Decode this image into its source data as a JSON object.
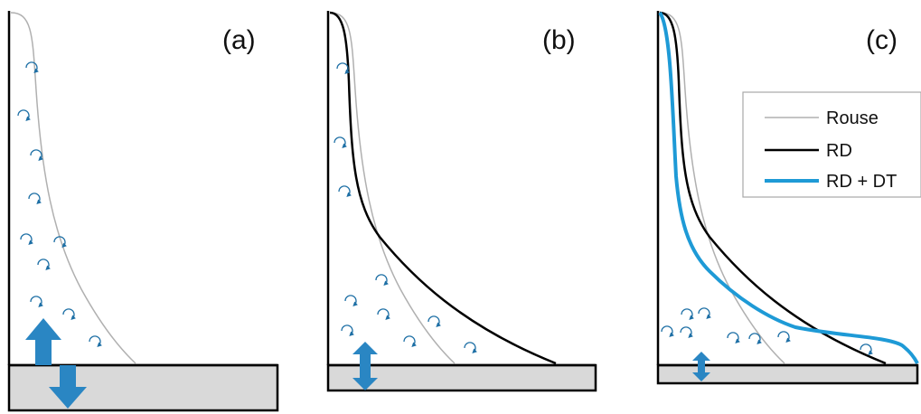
{
  "panels": [
    {
      "id": "a",
      "label": "(a)"
    },
    {
      "id": "b",
      "label": "(b)"
    },
    {
      "id": "c",
      "label": "(c)"
    }
  ],
  "legend": {
    "entries": [
      {
        "label": "Rouse",
        "color": "#b0b0b0"
      },
      {
        "label": "RD",
        "color": "#000000"
      },
      {
        "label": "RD + DT",
        "color": "#1e9ad6"
      }
    ]
  },
  "colors": {
    "rouse": "#b0b0b0",
    "rd": "#000000",
    "rd_dt": "#1e9ad6",
    "eddy": "#1d6fa5",
    "arrow": "#2a86c3",
    "bed": "#d9d9d9"
  }
}
